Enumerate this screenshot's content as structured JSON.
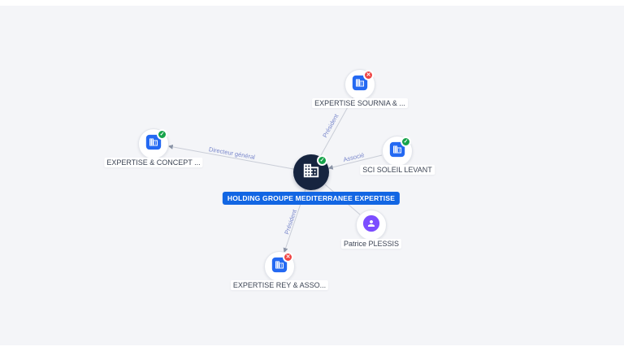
{
  "central": {
    "label": "HOLDING GROUPE MEDITERRANEE EXPERTISE",
    "badge": "check"
  },
  "nodes": [
    {
      "label": "EXPERTISE SOURNIA & ...",
      "type": "company",
      "badge": "cross"
    },
    {
      "label": "EXPERTISE & CONCEPT ...",
      "type": "company",
      "badge": "check"
    },
    {
      "label": "SCI SOLEIL LEVANT",
      "type": "company",
      "badge": "check"
    },
    {
      "label": "Patrice PLESSIS",
      "type": "person",
      "badge": "none"
    },
    {
      "label": "EXPERTISE REY & ASSO...",
      "type": "company",
      "badge": "cross"
    }
  ],
  "edges": [
    {
      "from": "HOLDING GROUPE MEDITERRANEE EXPERTISE",
      "to": "EXPERTISE SOURNIA & ...",
      "label": "Président"
    },
    {
      "from": "HOLDING GROUPE MEDITERRANEE EXPERTISE",
      "to": "EXPERTISE & CONCEPT ...",
      "label": "Directeur général"
    },
    {
      "from": "SCI SOLEIL LEVANT",
      "to": "HOLDING GROUPE MEDITERRANEE EXPERTISE",
      "label": "Associé"
    },
    {
      "from": "HOLDING GROUPE MEDITERRANEE EXPERTISE",
      "to": "EXPERTISE REY & ASSO...",
      "label": "Président"
    },
    {
      "from": "Patrice PLESSIS",
      "to": "HOLDING GROUPE MEDITERRANEE EXPERTISE",
      "label": ""
    }
  ],
  "glyphs": {
    "check": "✓",
    "cross": "✕"
  },
  "colors": {
    "background": "#f4f5f8",
    "company_icon": "#2469f2",
    "central_node": "#16243f",
    "central_label_bg": "#1266e3",
    "check_badge": "#16a34a",
    "cross_badge": "#ef4444",
    "person_icon": "#7c4dff",
    "edge_line": "#c9cdd7",
    "edge_label": "#7987cb"
  }
}
